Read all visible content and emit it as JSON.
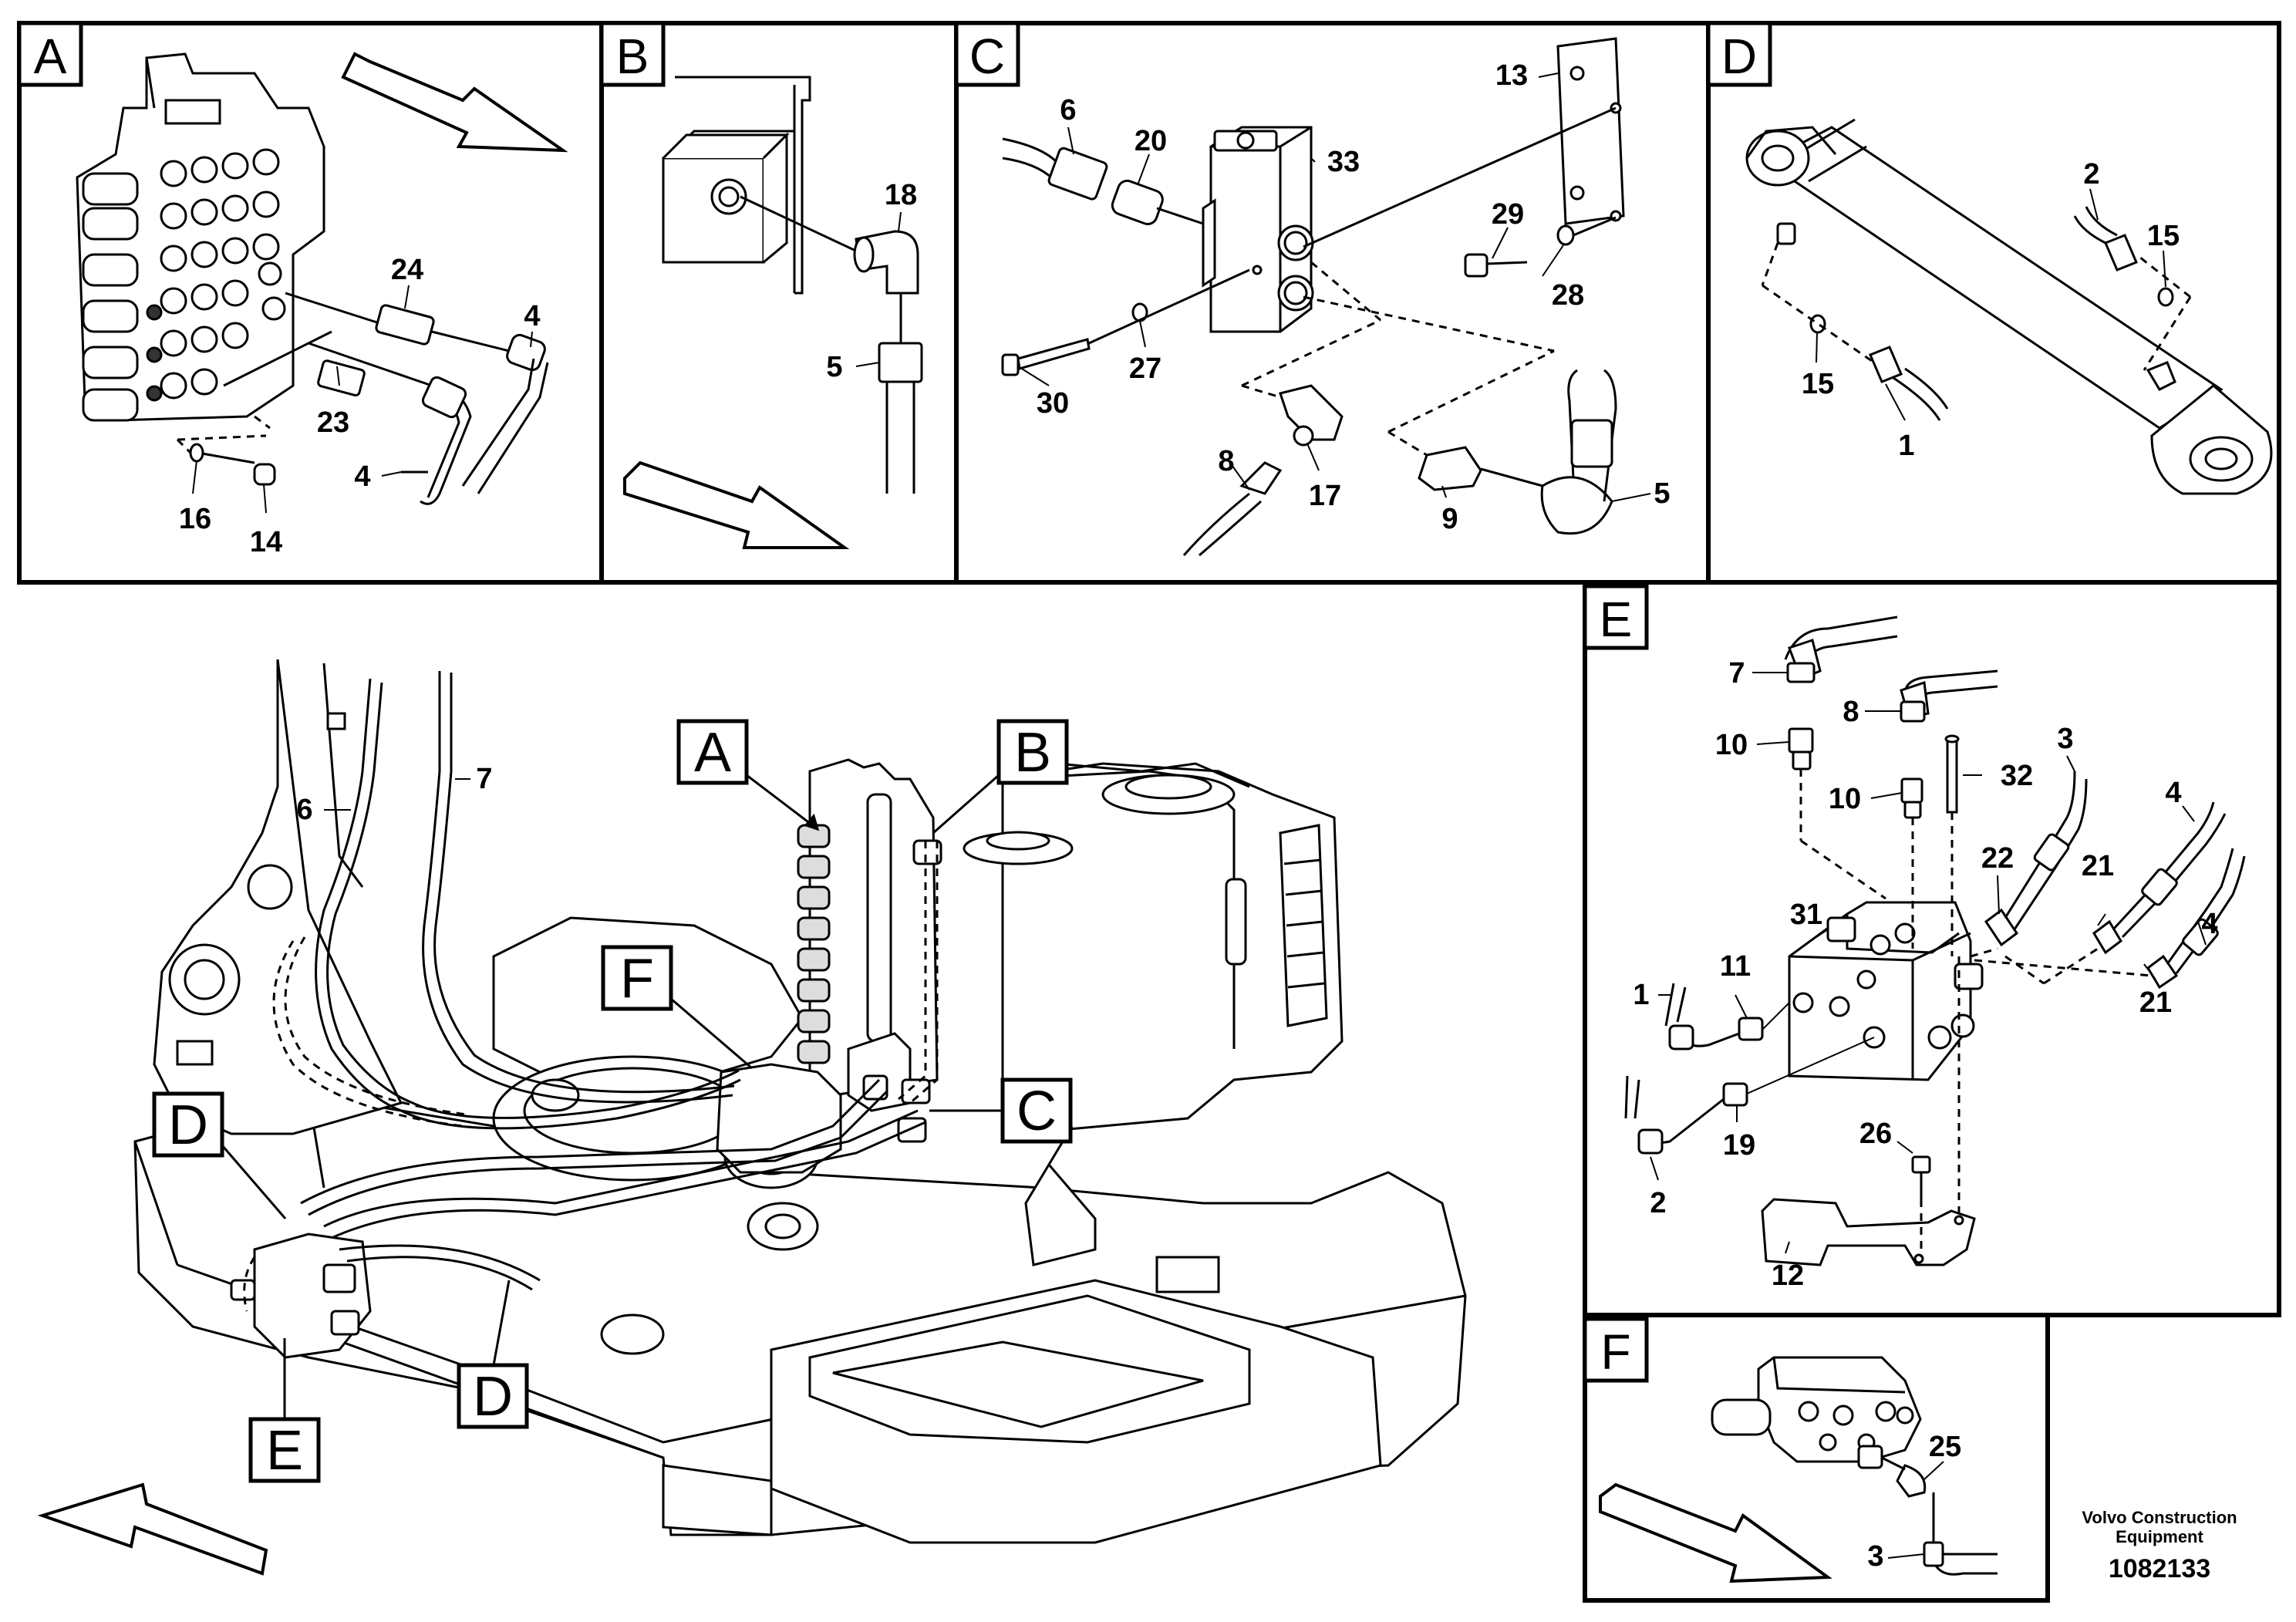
{
  "panels": {
    "A": {
      "letter": "A",
      "labels": [
        "24",
        "4",
        "23",
        "4",
        "16",
        "14"
      ]
    },
    "B": {
      "letter": "B",
      "labels": [
        "18",
        "5"
      ]
    },
    "C": {
      "letter": "C",
      "labels": [
        "6",
        "20",
        "33",
        "13",
        "29",
        "28",
        "30",
        "27",
        "8",
        "17",
        "9",
        "5"
      ]
    },
    "D": {
      "letter": "D",
      "labels": [
        "2",
        "15",
        "15",
        "1"
      ]
    },
    "E": {
      "letter": "E",
      "labels": [
        "7",
        "8",
        "10",
        "10",
        "32",
        "3",
        "4",
        "22",
        "21",
        "4",
        "31",
        "11",
        "1",
        "21",
        "26",
        "19",
        "2",
        "12"
      ]
    },
    "F": {
      "letter": "F",
      "labels": [
        "25",
        "3"
      ]
    }
  },
  "main_view": {
    "callouts": [
      "A",
      "B",
      "F",
      "C",
      "D",
      "D",
      "E"
    ],
    "hose_labels": [
      "6",
      "7"
    ]
  },
  "footer": {
    "company_line1": "Volvo Construction",
    "company_line2": "Equipment",
    "document_number": "1082133"
  }
}
